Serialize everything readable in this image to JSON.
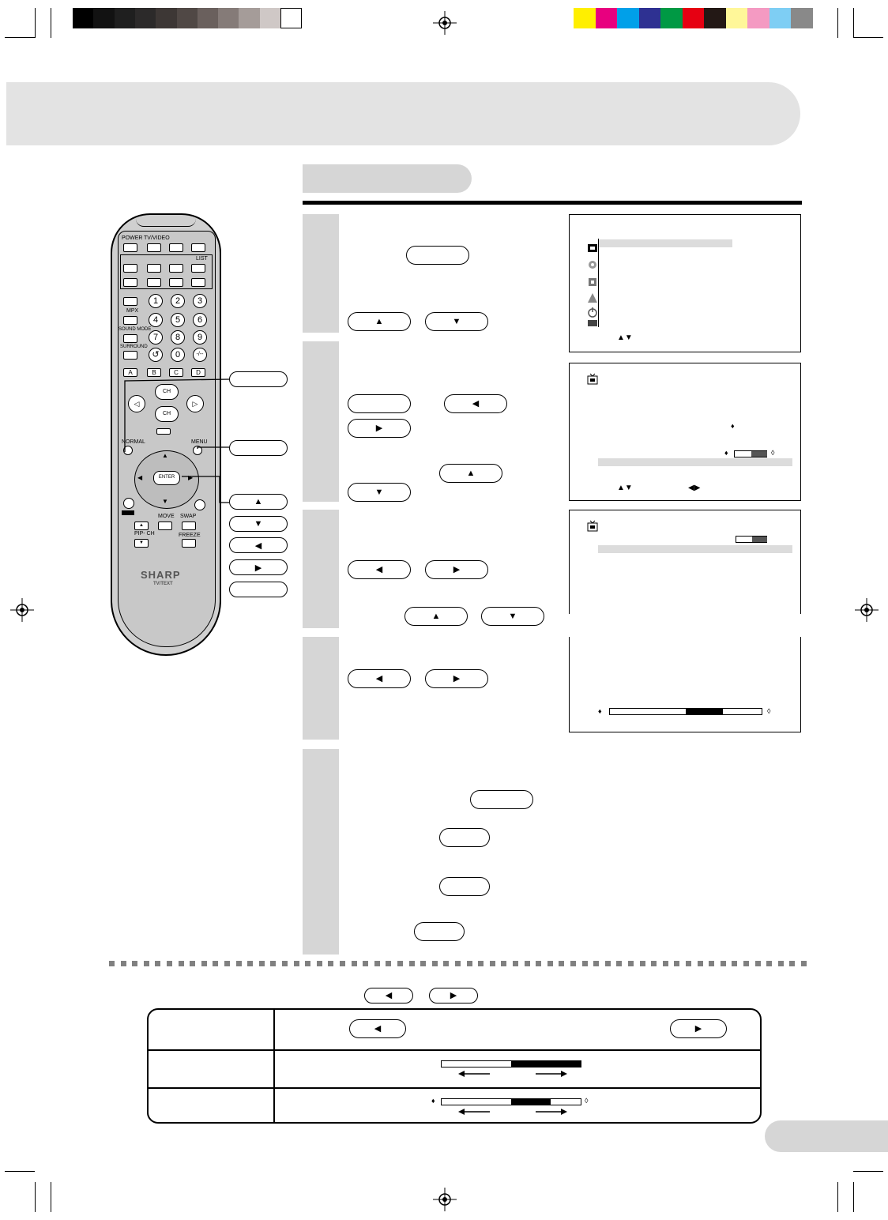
{
  "remote": {
    "labels": {
      "power": "POWER",
      "tv_video": "TV/VIDEO",
      "list": "LIST",
      "mpx": "MPX",
      "sound_mode": "SOUND MODE",
      "surround": "SURROUND",
      "a": "A",
      "b": "B",
      "c": "C",
      "d": "D",
      "ch": "CH",
      "normal": "NORMAL",
      "menu": "MENU",
      "enter": "ENTER",
      "move": "MOVE",
      "swap": "SWAP",
      "pip_ch": "PIP- CH",
      "freeze": "FREEZE",
      "brand": "SHARP",
      "model": "TV/TEXT"
    },
    "digits": [
      "1",
      "2",
      "3",
      "4",
      "5",
      "6",
      "7",
      "8",
      "9",
      "0"
    ]
  },
  "osd_icons": [
    "picture-icon",
    "audio-icon",
    "setup-icon",
    "features-icon",
    "power-icon",
    "tv-icon"
  ],
  "colors": {
    "banner": "#e3e3e3",
    "step_bg": "#d6d6d6",
    "highlight": "#dcdcdc",
    "bar_gray": [
      "#000000",
      "#121212",
      "#1f1f1f",
      "#2c2a2a",
      "#3d3735",
      "#504845",
      "#6a605d",
      "#857b78",
      "#a59c99",
      "#cfc8c6",
      "#ffffff"
    ],
    "bar_color": [
      "#ffef00",
      "#e8007f",
      "#00a0e9",
      "#2e3192",
      "#009944",
      "#e60012",
      "#231815",
      "#fff799",
      "#f49ac2",
      "#7ecef4",
      "#898989"
    ]
  }
}
